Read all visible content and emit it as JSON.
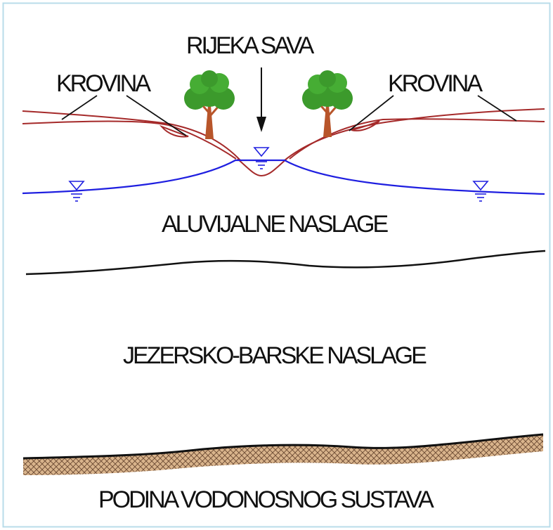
{
  "labels": {
    "river": "RIJEKA SAVA",
    "left_layer": "KROVINA",
    "right_layer": "KROVINA",
    "alluvial": "ALUVIJALNE NASLAGE",
    "lacustrine": "JEZERSKO-BARSKE NASLAGE",
    "base": "PODINA VODONOSNOG SUSTAVA"
  },
  "colors": {
    "roof_lines": "#a52a2a",
    "water_table": "#1f1fe0",
    "boundary": "#111111",
    "bedrock_fill": "#d9b48c",
    "bedrock_hatch": "#6b4a33",
    "tree_crown": "#3c9a2c",
    "tree_trunk": "#b8552a",
    "frame_border": "#b8dcea"
  },
  "icons": {
    "water_level": "water-level-triangle-icon",
    "tree": "tree-icon",
    "arrow": "down-arrow-icon"
  }
}
